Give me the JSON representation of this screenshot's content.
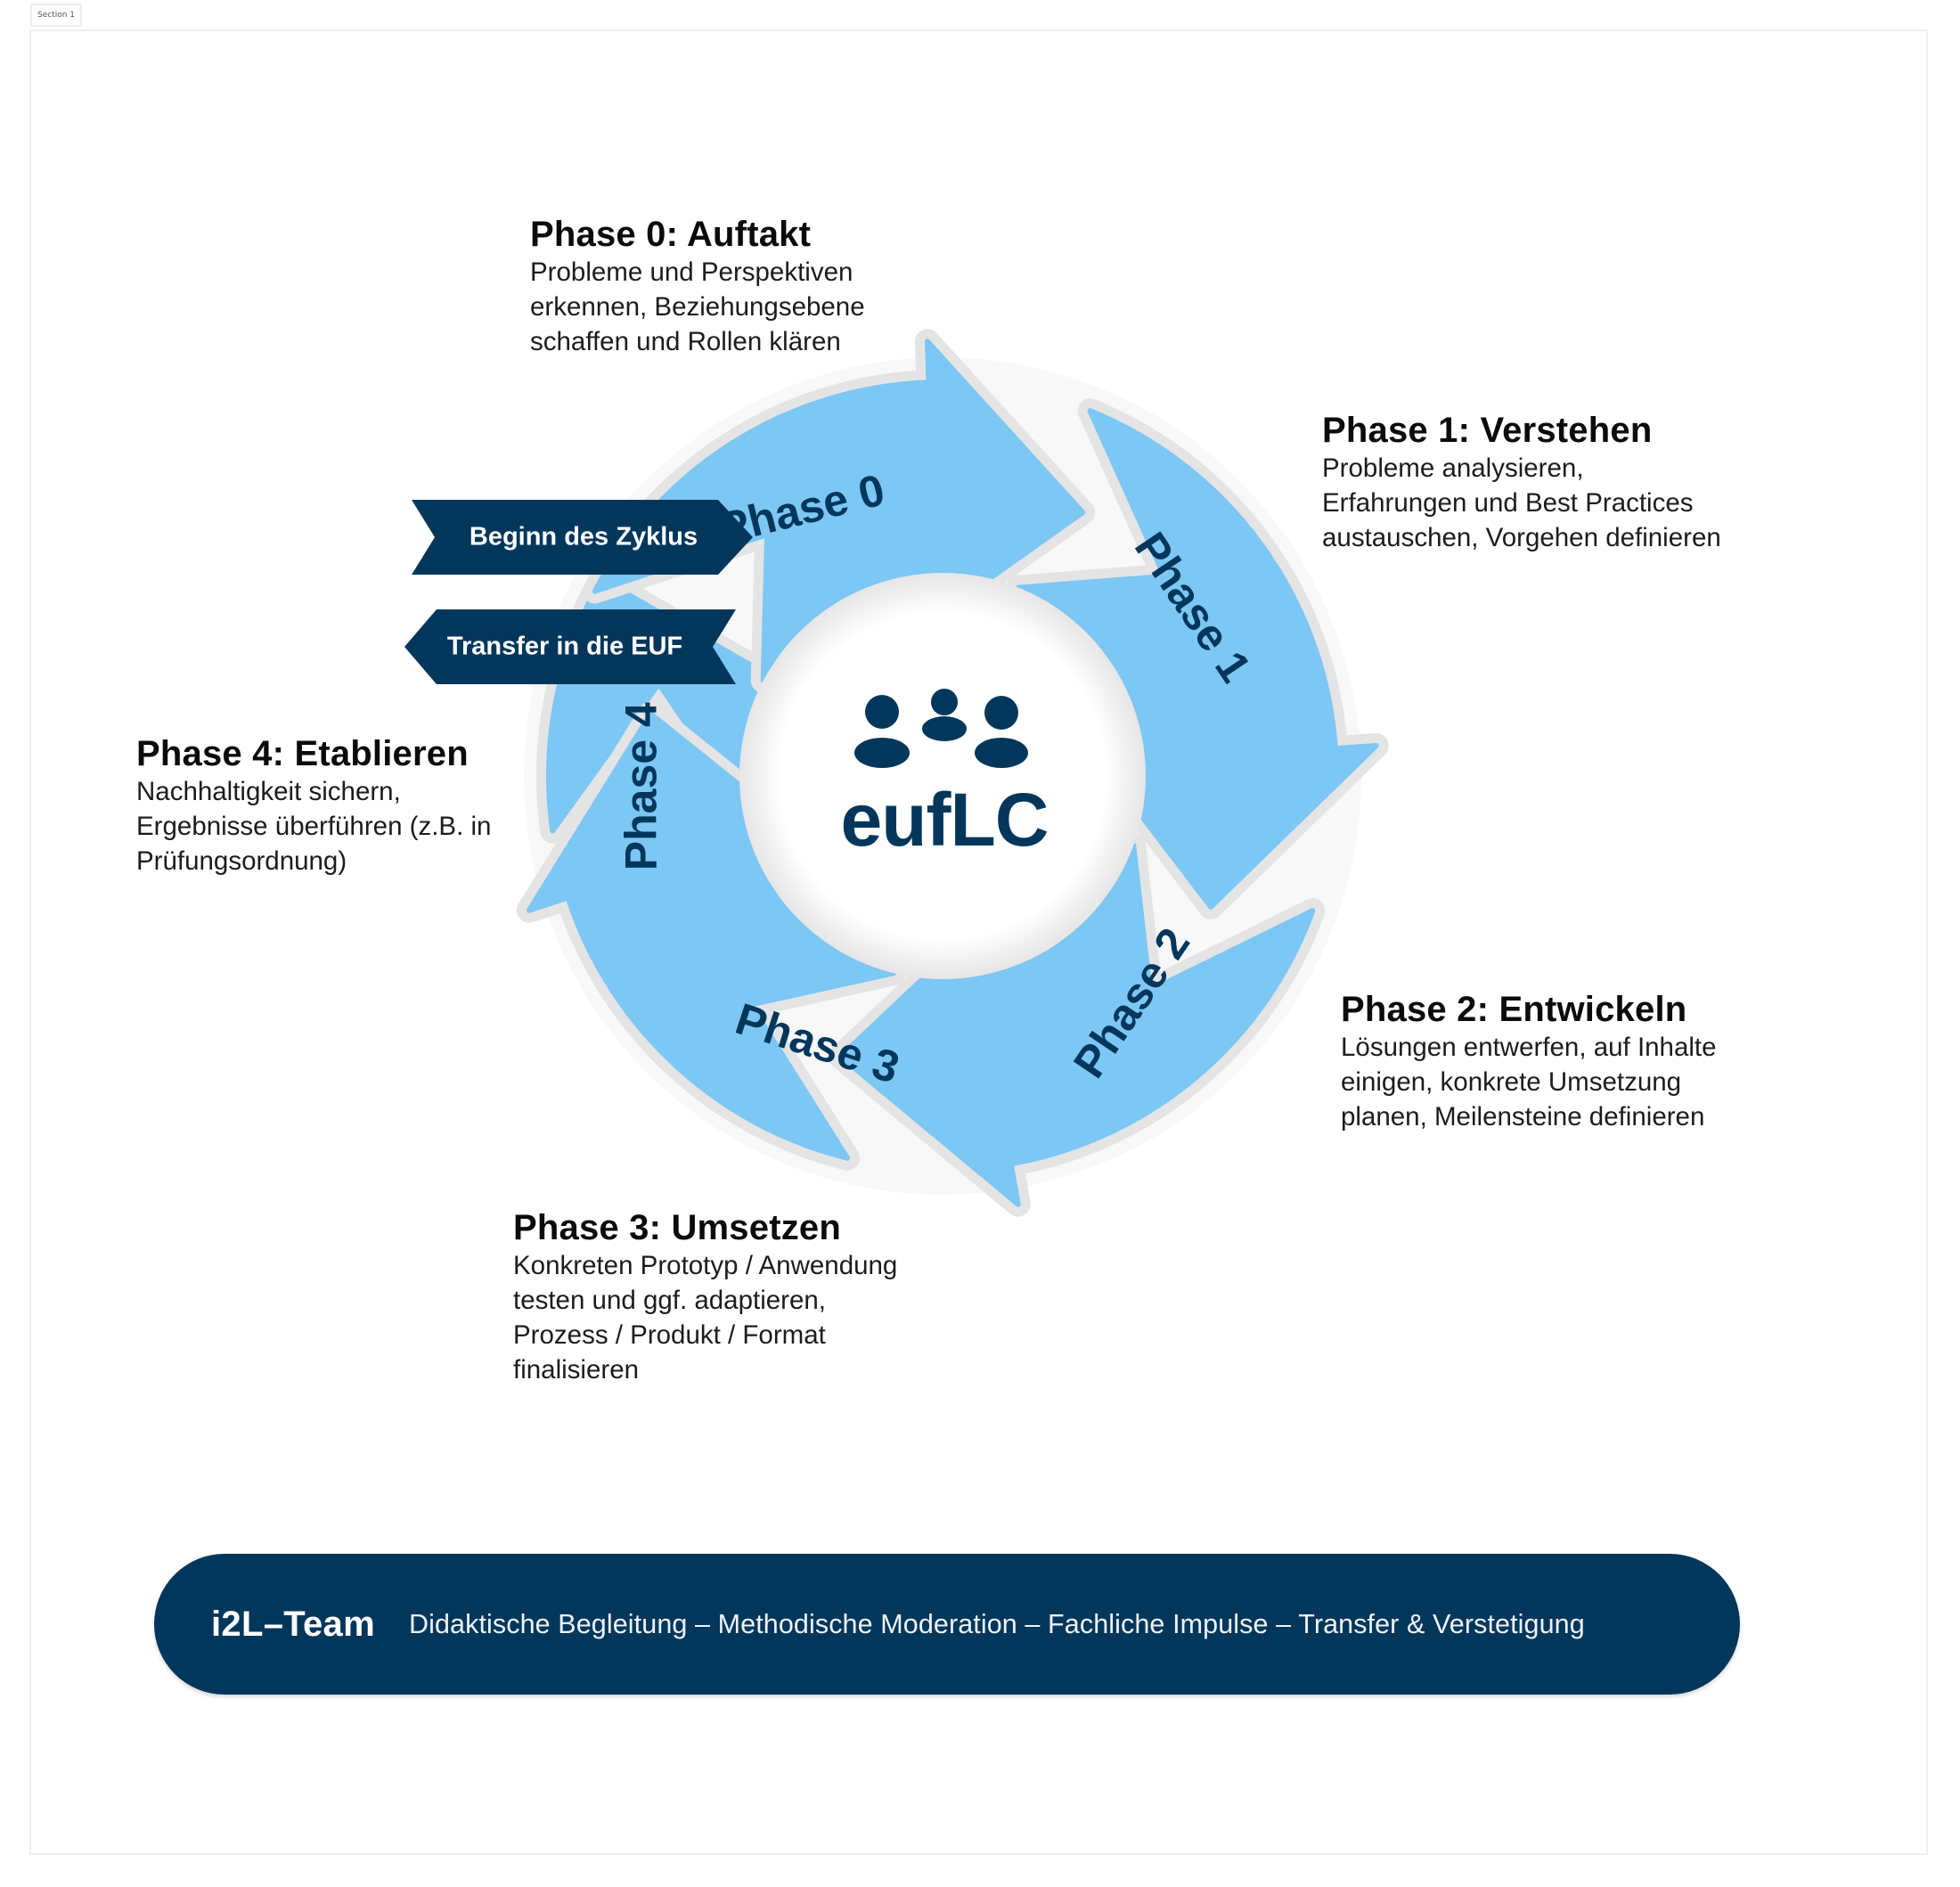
{
  "section_label": "Section 1",
  "colors": {
    "arrow": "#7CC7F4",
    "navy": "#02375B",
    "text": "#111111"
  },
  "center": {
    "icon": "people-group-icon",
    "title": "eufLC"
  },
  "cycle": {
    "arrows": [
      {
        "label": "Phase 0"
      },
      {
        "label": "Phase 1"
      },
      {
        "label": "Phase 2"
      },
      {
        "label": "Phase 3"
      },
      {
        "label": "Phase 4"
      }
    ],
    "flags": [
      {
        "label": "Beginn des Zyklus",
        "direction": "right"
      },
      {
        "label": "Transfer in die EUF",
        "direction": "left"
      }
    ]
  },
  "phases": [
    {
      "title": "Phase 0: Auftakt",
      "description": "Probleme und Perspektiven\nerkennen, Beziehungsebene\nschaffen und Rollen klären"
    },
    {
      "title": "Phase 1: Verstehen",
      "description": "Probleme analysieren,\nErfahrungen und Best Practices\naustauschen, Vorgehen definieren"
    },
    {
      "title": "Phase 2: Entwickeln",
      "description": "Lösungen entwerfen, auf Inhalte\neinigen, konkrete Umsetzung\nplanen, Meilensteine definieren"
    },
    {
      "title": "Phase 3: Umsetzen",
      "description": "Konkreten Prototyp / Anwendung\ntesten und ggf. adaptieren,\nProzess / Produkt / Format\nfinalisieren"
    },
    {
      "title": "Phase 4: Etablieren",
      "description": "Nachhaltigkeit sichern,\nErgebnisse überführen (z.B. in\nPrüfungsordnung)"
    }
  ],
  "banner": {
    "title": "i2L–Team",
    "text": "Didaktische Begleitung – Methodische Moderation – Fachliche Impulse – Transfer & Verstetigung"
  }
}
